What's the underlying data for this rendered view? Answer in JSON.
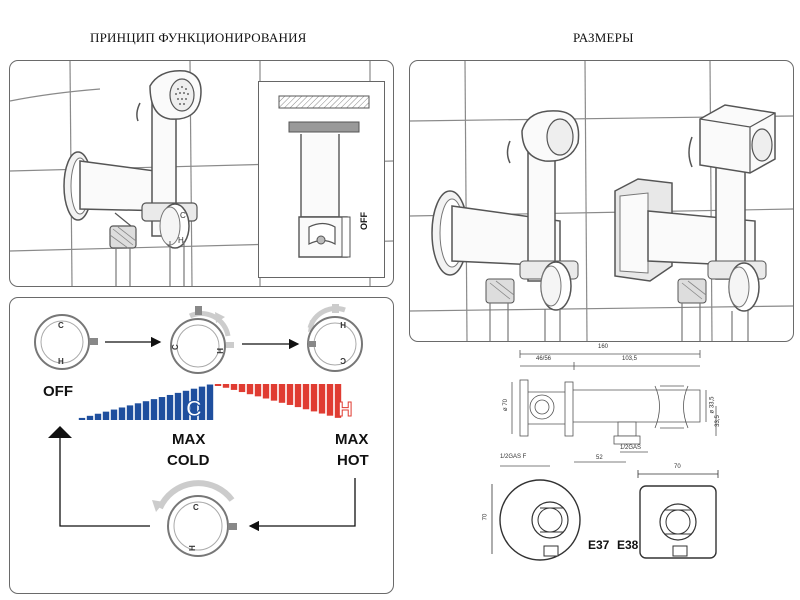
{
  "headers": {
    "left": "ПРИНЦИП ФУНКЦИОНИРОВАНИЯ",
    "right": "РАЗМЕРЫ"
  },
  "labels": {
    "off": "OFF",
    "max": "MAX",
    "cold": "COLD",
    "hot": "HOT",
    "knob_c": "C",
    "knob_h": "H",
    "ramp_c": "C",
    "ramp_h": "H",
    "off_tag": "OFF"
  },
  "dimensions": {
    "total": "160",
    "left_part": "46/56",
    "right_part": "103,5",
    "diam_left": "ø 70",
    "diam_right": "ø 33,5",
    "offset_small": "33,5",
    "thread_left": "1/2GAS F",
    "thread_right": "1/2GAS",
    "center_dist": "52",
    "square_width": "70",
    "height": "70"
  },
  "models": {
    "round": "E37",
    "square": "E38"
  },
  "colors": {
    "cold": "#1f4f9e",
    "hot": "#e03c32",
    "stroke": "#555555",
    "tile_line": "#7a7a7a"
  }
}
